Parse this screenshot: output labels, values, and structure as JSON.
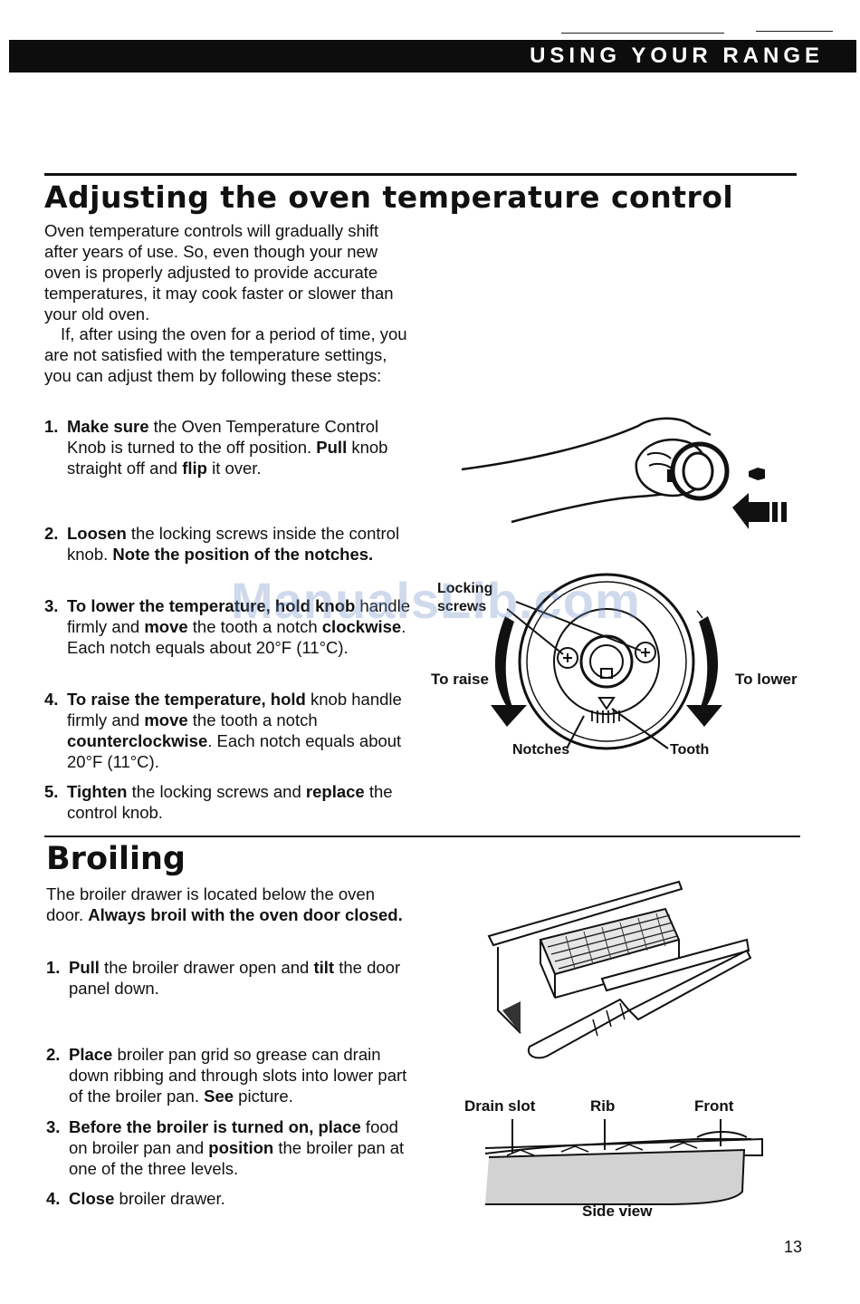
{
  "header": {
    "title": "USING YOUR RANGE"
  },
  "section1": {
    "title": "Adjusting the oven temperature control",
    "intro1": "Oven temperature controls will gradually shift after years of use. So, even though your new oven is properly adjusted to provide accurate temperatures, it may cook faster or slower than your old oven.",
    "intro2": "If, after using the oven for a period of time, you are not satisfied with the temperature settings, you can adjust them by following these steps:",
    "steps": [
      {
        "num": "1.",
        "b1": "Make sure",
        "t1": " the Oven Temperature Control Knob is turned to the off position. ",
        "b2": "Pull",
        "t2": " knob straight off and ",
        "b3": "flip",
        "t3": " it over."
      },
      {
        "num": "2.",
        "b1": "Loosen",
        "t1": " the locking screws inside the control knob. ",
        "b2": "Note the position of the notches."
      },
      {
        "num": "3.",
        "b1": "To lower the temperature, hold knob",
        "t1": " handle firmly and ",
        "b2": "move",
        "t2": " the tooth a notch ",
        "b3": "clockwise",
        "t3": ". Each notch equals about 20°F (11°C)."
      },
      {
        "num": "4.",
        "b1": "To raise the temperature, hold",
        "t1": " knob handle firmly and ",
        "b2": "move",
        "t2": " the tooth a notch ",
        "b3": "counterclockwise",
        "t3": ". Each notch equals about 20°F (11°C)."
      },
      {
        "num": "5.",
        "b1": "Tighten",
        "t1": " the locking screws and ",
        "b2": "replace",
        "t2": " the control knob."
      }
    ],
    "figure_labels": {
      "locking_screws": "Locking screws",
      "to_raise": "To raise",
      "to_lower": "To lower",
      "notches": "Notches",
      "tooth": "Tooth"
    }
  },
  "section2": {
    "title": "Broiling",
    "intro_plain": "The broiler drawer is located below the oven door. ",
    "intro_bold": "Always broil with the oven door closed.",
    "steps": [
      {
        "num": "1.",
        "b1": "Pull",
        "t1": " the broiler drawer open and ",
        "b2": "tilt",
        "t2": " the door panel down."
      },
      {
        "num": "2.",
        "b1": "Place",
        "t1": " broiler pan grid so grease can drain down ribbing and through slots into lower part of the broiler pan. ",
        "b2": "See",
        "t2": " picture."
      },
      {
        "num": "3.",
        "b1": "Before the broiler is turned on, place",
        "t1": " food on broiler pan and ",
        "b2": "position",
        "t2": " the broiler pan at one of the three levels."
      },
      {
        "num": "4.",
        "b1": "Close",
        "t1": " broiler drawer."
      }
    ],
    "figure_labels": {
      "drain_slot": "Drain slot",
      "rib": "Rib",
      "front": "Front",
      "side_view": "Side view"
    }
  },
  "watermark": "ManualsLib.com",
  "page_number": "13"
}
